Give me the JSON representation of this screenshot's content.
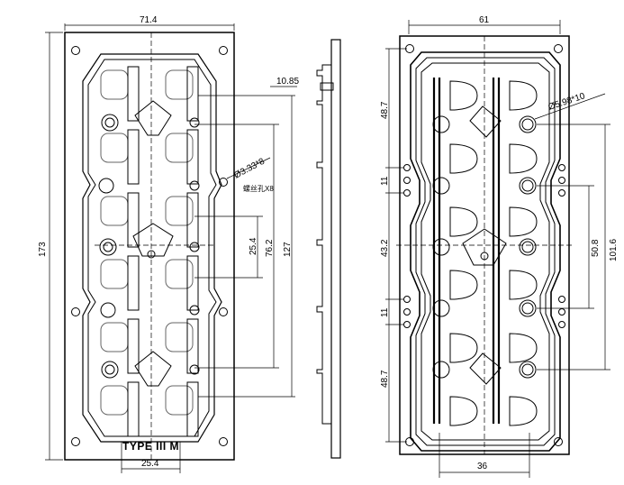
{
  "front_view": {
    "dimensions": {
      "width_top": "71.4",
      "height_left": "173",
      "right_wall": "10.85",
      "hole_callout": "Ø3.33*8",
      "hole_note": "螺丝孔X8",
      "dim_25_4_vertical": "25.4",
      "dim_76_2": "76.2",
      "dim_127": "127",
      "bottom_span": "25.4"
    },
    "label_stamp": "TYPE III M"
  },
  "back_view": {
    "dimensions": {
      "width_top": "61",
      "hole_callout": "Ø5.98*10",
      "left_top": "48.7",
      "left_11_upper": "11",
      "left_middle": "43.2",
      "left_11_lower": "11",
      "left_bottom": "48.7",
      "right_50_8": "50.8",
      "right_101_6": "101.6",
      "bottom_span": "36"
    }
  },
  "colors": {
    "line": "#000000",
    "background": "#ffffff"
  }
}
